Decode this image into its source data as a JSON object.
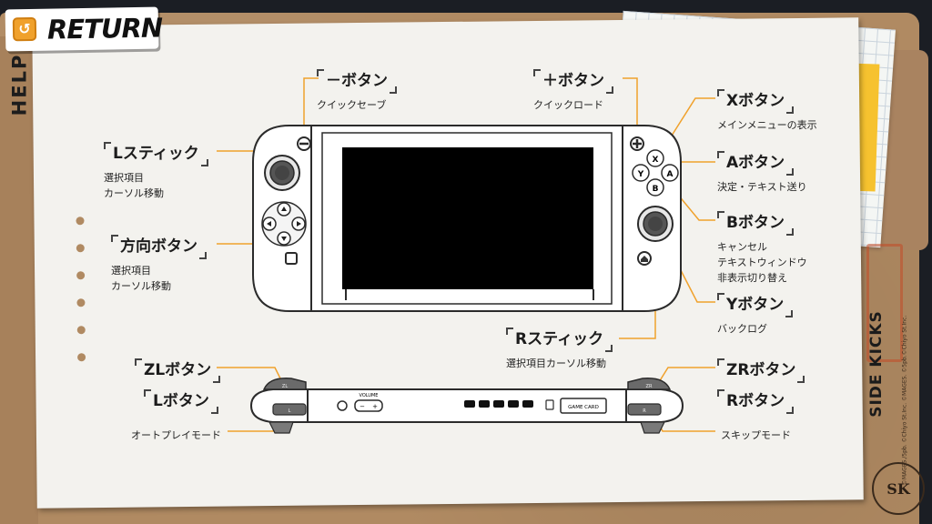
{
  "header": {
    "return_label": "RETURN",
    "return_key_glyph": "↺",
    "help_label": "HELP"
  },
  "spine": {
    "title": "SIDE KICKS",
    "stamp_text": "SK",
    "fine_print": "©MAGES./5pb. ©Chiyo St.Inc. ©MAGES. ©5pb.©Chiyo St.Inc."
  },
  "controls": {
    "minus": {
      "title": "－ボタン",
      "desc": [
        "クイックセーブ"
      ]
    },
    "plus": {
      "title": "＋ボタン",
      "desc": [
        "クイックロード"
      ]
    },
    "lstick": {
      "title": "Lスティック",
      "desc": [
        "選択項目",
        "カーソル移動"
      ]
    },
    "dpad": {
      "title": "方向ボタン",
      "desc": [
        "選択項目",
        "カーソル移動"
      ]
    },
    "x": {
      "title": "Xボタン",
      "desc": [
        "メインメニューの表示"
      ]
    },
    "a": {
      "title": "Aボタン",
      "desc": [
        "決定・テキスト送り"
      ]
    },
    "b": {
      "title": "Bボタン",
      "desc": [
        "キャンセル",
        "テキストウィンドウ",
        "非表示切り替え"
      ]
    },
    "y": {
      "title": "Yボタン",
      "desc": [
        "バックログ"
      ]
    },
    "rstick": {
      "title": "Rスティック",
      "desc": [
        "選択項目カーソル移動"
      ]
    },
    "zl": {
      "title": "ZLボタン",
      "desc": []
    },
    "l": {
      "title": "Lボタン",
      "desc": [
        "オートプレイモード"
      ]
    },
    "zr": {
      "title": "ZRボタン",
      "desc": []
    },
    "r": {
      "title": "Rボタン",
      "desc": [
        "スキップモード"
      ]
    }
  },
  "console": {
    "face_buttons": {
      "x": "X",
      "a": "A",
      "b": "B",
      "y": "Y"
    },
    "top_labels": {
      "volume": "VOLUME",
      "game_card": "GAME CARD",
      "zl": "ZL",
      "l": "L",
      "zr": "ZR",
      "r": "R"
    }
  },
  "colors": {
    "accent": "#f0a12c",
    "folder": "#b08a62",
    "paper": "#f3f2ee",
    "ink": "#1c1c1c"
  }
}
